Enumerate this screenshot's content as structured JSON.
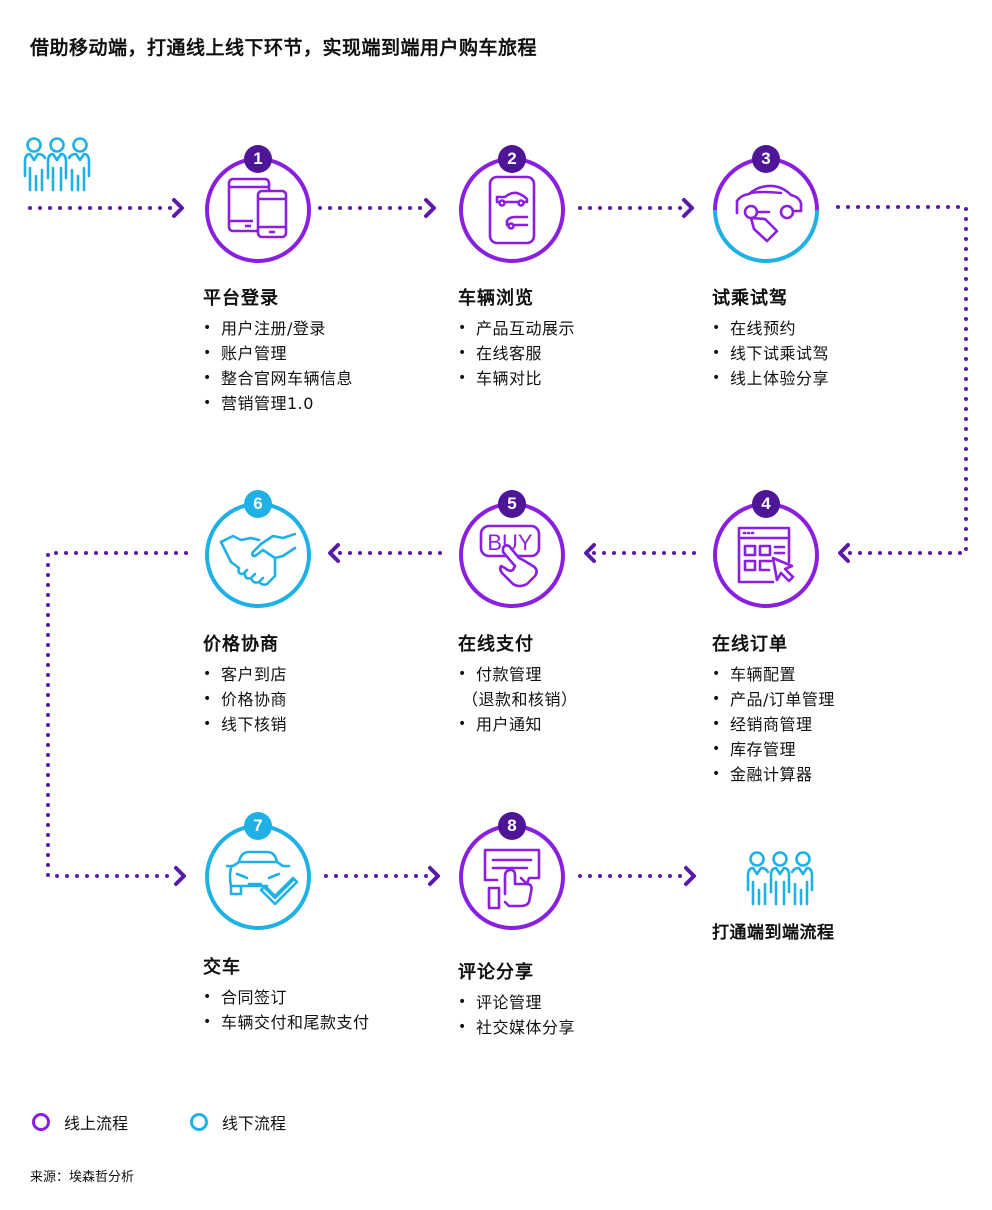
{
  "title": "借助移动端，打通线上线下环节，实现端到端用户购车旅程",
  "colors": {
    "online": "#8A1FE0",
    "offline": "#1FB1E6",
    "badge_online": "#4F1597",
    "badge_offline": "#1FB1E6",
    "arrow": "#5A1AA8"
  },
  "start": {
    "icon": "people-group-icon"
  },
  "steps": [
    {
      "number": "1",
      "mode": "online",
      "icon": "devices-icon",
      "title": "平台登录",
      "items": [
        "用户注册/登录",
        "账户管理",
        "整合官网车辆信息",
        "营销管理1.0"
      ]
    },
    {
      "number": "2",
      "mode": "online",
      "icon": "phone-car-browse-icon",
      "title": "车辆浏览",
      "items": [
        "产品互动展示",
        "在线客服",
        "车辆对比"
      ]
    },
    {
      "number": "3",
      "mode": "mixed",
      "icon": "car-tag-icon",
      "title": "试乘试驾",
      "items": [
        "在线预约",
        "线下试乘试驾",
        "线上体验分享"
      ]
    },
    {
      "number": "4",
      "mode": "online",
      "icon": "web-order-icon",
      "title": "在线订单",
      "items": [
        "车辆配置",
        "产品/订单管理",
        "经销商管理",
        "库存管理",
        "金融计算器"
      ]
    },
    {
      "number": "5",
      "mode": "online",
      "icon": "buy-button-icon",
      "title": "在线支付",
      "items": [
        "付款管理",
        "（退款和核销）",
        "用户通知"
      ]
    },
    {
      "number": "6",
      "mode": "offline",
      "icon": "handshake-icon",
      "title": "价格协商",
      "items": [
        "客户到店",
        "价格协商",
        "线下核销"
      ]
    },
    {
      "number": "7",
      "mode": "offline",
      "icon": "car-check-icon",
      "title": "交车",
      "items": [
        "合同签订",
        "车辆交付和尾款支付"
      ]
    },
    {
      "number": "8",
      "mode": "online",
      "icon": "thumbs-up-review-icon",
      "title": "评论分享",
      "items": [
        "评论管理",
        "社交媒体分享"
      ]
    }
  ],
  "end": {
    "icon": "people-group-icon",
    "label": "打通端到端流程"
  },
  "legend": [
    {
      "label": "线上流程",
      "mode": "online"
    },
    {
      "label": "线下流程",
      "mode": "offline"
    }
  ],
  "source": "来源：埃森哲分析"
}
